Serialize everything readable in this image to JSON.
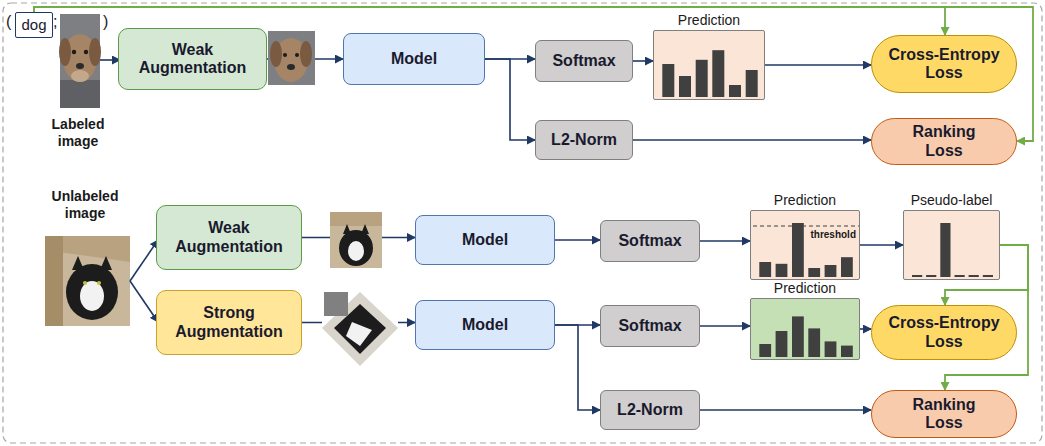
{
  "diagram": {
    "nodes": [
      {
        "text": [
          "dog"
        ]
      },
      {
        "text": [
          "Weak Augmentation"
        ]
      },
      {
        "text": [
          "Model"
        ]
      },
      {
        "text": [
          "Softmax"
        ]
      },
      {
        "text": [
          "Prediction"
        ]
      },
      {
        "text": [
          "Cross-Entropy Loss"
        ]
      },
      {
        "text": [
          "L2-Norm"
        ]
      },
      {
        "text": [
          "Ranking Loss"
        ]
      },
      {
        "text": [
          "Weak Augmentation"
        ]
      },
      {
        "text": [
          "Model"
        ]
      },
      {
        "text": [
          "Softmax"
        ]
      },
      {
        "text": [
          "Prediction",
          "threshold"
        ]
      },
      {
        "text": [
          "Pseudo-label"
        ]
      },
      {
        "text": [
          "Strong Augmentation"
        ]
      },
      {
        "text": [
          "Model"
        ]
      },
      {
        "text": [
          "Softmax"
        ]
      },
      {
        "text": [
          "Prediction"
        ]
      },
      {
        "text": [
          "Cross-Entropy Loss"
        ]
      },
      {
        "text": [
          "L2-Norm"
        ]
      },
      {
        "text": [
          "Ranking Loss"
        ]
      }
    ],
    "edges": [
      {
        "from": 0,
        "to": 5,
        "arrow": "to"
      },
      {
        "from": 0,
        "to": 7,
        "arrow": "to"
      },
      {
        "from": 1,
        "to": 2,
        "arrow": "to"
      },
      {
        "from": 2,
        "to": 3,
        "arrow": "to"
      },
      {
        "from": 3,
        "to": 4,
        "arrow": "to"
      },
      {
        "from": 4,
        "to": 5,
        "arrow": "to"
      },
      {
        "from": 2,
        "to": 6,
        "arrow": "to"
      },
      {
        "from": 6,
        "to": 7,
        "arrow": "to"
      },
      {
        "from": 8,
        "to": 9,
        "arrow": "to"
      },
      {
        "from": 9,
        "to": 10,
        "arrow": "to"
      },
      {
        "from": 10,
        "to": 11,
        "arrow": "to"
      },
      {
        "from": 11,
        "to": 12,
        "arrow": "to"
      },
      {
        "from": 12,
        "to": 17,
        "arrow": "to"
      },
      {
        "from": 12,
        "to": 19,
        "arrow": "to"
      },
      {
        "from": 13,
        "to": 14,
        "arrow": "to"
      },
      {
        "from": 14,
        "to": 15,
        "arrow": "to"
      },
      {
        "from": 15,
        "to": 16,
        "arrow": "to"
      },
      {
        "from": 16,
        "to": 17,
        "arrow": "to"
      },
      {
        "from": 14,
        "to": 18,
        "arrow": "to"
      },
      {
        "from": 18,
        "to": 19,
        "arrow": "to"
      }
    ],
    "labels": [
      "(",
      ";",
      ")",
      "Labeled image",
      "Unlabeled image"
    ]
  }
}
